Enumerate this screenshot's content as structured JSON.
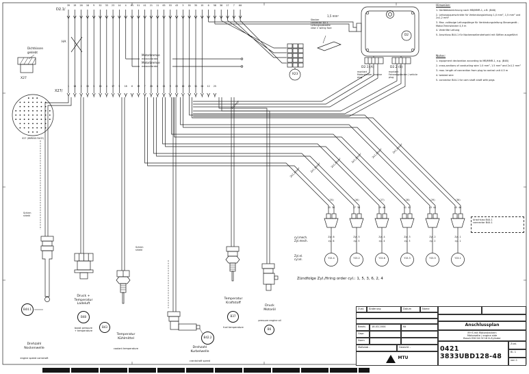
{
  "top_connector": {
    "label": "D2.1/",
    "pins": [
      "39",
      "19",
      "28",
      "18",
      "9",
      "52",
      "33",
      "23",
      "14",
      "4",
      "61",
      "51",
      "41",
      "21",
      "11",
      "63",
      "53",
      "43",
      "3",
      "55",
      "35",
      "15",
      "6",
      "58",
      "38",
      "17",
      "7",
      "60"
    ]
  },
  "x27": {
    "label": "X27/",
    "pins": [
      "1",
      "14",
      "2",
      "15",
      "3",
      "16",
      "4",
      "17",
      "5",
      "18",
      "6",
      "19",
      "7",
      "20",
      "8",
      "21",
      "9",
      "22",
      "10",
      "23",
      "11",
      "24",
      "12",
      "25"
    ],
    "face_caption": "X27 (WIRING FACE)"
  },
  "labels": {
    "ha": "HA",
    "exhaust_brake_de": "Motorbremse",
    "exhaust_brake_en": "exhaust brake",
    "wire_15": "1,5 mm²",
    "gauge_pair": "2x1,2mm²",
    "gauge_single": "2x1mm²",
    "shield": "Schirm\nshield",
    "seal_de": "Dichtkissen",
    "seal_de2": "geklebt",
    "seal_ref": "X27",
    "x23": "X23"
  },
  "ecu": {
    "id": "D2",
    "plug_a": "D2.1 (A)",
    "plug_b": "D2.2 (B)",
    "plug_a_note": "montiert\nMotorstecker / engine plug",
    "plug_b_note": "montiert\nFahrzeugstecker / vehicle plug",
    "view_note": "Stecker\nconnector D2.1\nLeitungssatzseite\nview > wiring face"
  },
  "notes_de": {
    "title": "Hinweise:",
    "items": [
      "1. Gerätebezeichnung nach MB/MMR-1, z.B. (B48)",
      "2. Leitungsquerschnitte für Verbindungsleitung 1,0 mm², 1,5 mm² und 2x1,2 mm²",
      "3. Max. zulässige Leitungslänge für Verbindungsleitung Steuergerät - Motor-Trennstecker 4,5 m",
      "4. Verdrillte Leitung",
      "5. Anschluss B44.1 für Nockenwellendrehzahl mit Stiften ausgeführt"
    ]
  },
  "notes_en": {
    "title": "Notes:",
    "items": [
      "1. equipment declaration according to MB/MMR-1, e.g. (B48)",
      "2. cross-sections of conducting wire 1.0 mm², 1.5 mm² and 2x1.2 mm²",
      "3. max. length of connection from plug to control unit 4.5 m",
      "4. twisted wire",
      "5. connector B44.1 for cam shaft shaft with pegs"
    ]
  },
  "sensors": [
    {
      "id": "B44.1",
      "de": "Drehzahl\nNockenwelle",
      "en": "engine speed camshaft"
    },
    {
      "id": "B48",
      "de": "Druck +\nTemperatur\nLadeluft",
      "en": "boost pressure\n+ temperature"
    },
    {
      "id": "B43",
      "de": "Temperatur\nKühlmittel",
      "en": "coolant temperature"
    },
    {
      "id": "B42.2",
      "de": "Drehzahl\nKurbelwelle",
      "en": "crankshaft speed"
    },
    {
      "id": "B37",
      "de": "Temperatur\nKraftstoff",
      "en": "fuel temperature"
    },
    {
      "id": "B6",
      "de": "Druck\nMotoröl",
      "en": "pressure engine oil"
    }
  ],
  "injectors": {
    "header_mech": "cyl.mech.\nZyl.mech.",
    "header_el": "Zyl.el.\ncyl.el.",
    "firing_order": "Zündfolge Zyl./firing order cyl.:  1, 5, 3, 6, 2, 4",
    "note_box": "Anschluss B44.1\nconnector B44.1",
    "columns": [
      {
        "tag": "(25)",
        "pins": "35 36",
        "zyl": "Zyl. 6",
        "cyl": "cyl. 6",
        "el": "Y15.4"
      },
      {
        "tag": "(26)",
        "pins": "37 38",
        "zyl": "Zyl. 5",
        "cyl": "cyl. 5",
        "el": "Y15.2"
      },
      {
        "tag": "(27)",
        "pins": "39 40",
        "zyl": "Zyl. 4",
        "cyl": "cyl. 4",
        "el": "Y15.6"
      },
      {
        "tag": "(28)",
        "pins": "41 42",
        "zyl": "Zyl. 3",
        "cyl": "cyl. 3",
        "el": "Y15.3"
      },
      {
        "tag": "(29)",
        "pins": "43 44",
        "zyl": "Zyl. 2",
        "cyl": "cyl. 2",
        "el": "Y15.5"
      },
      {
        "tag": "(30)",
        "pins": "45 46",
        "zyl": "Zyl. 1",
        "cyl": "cyl. 1",
        "el": "Y15.1"
      }
    ]
  },
  "title_block": {
    "change_headers": [
      "Zust.",
      "Änderung",
      "Datum",
      "Name"
    ],
    "meta_rows": [
      {
        "label": "Bearb.",
        "date": "18.03.2004",
        "name": "Kö"
      },
      {
        "label": "Gepr.",
        "date": "",
        "name": ""
      },
      {
        "label": "Norm",
        "date": "",
        "name": ""
      }
    ],
    "fields": [
      {
        "label": "Maßstab",
        "value": "-"
      },
      {
        "label": "Gewicht",
        "value": "-"
      }
    ],
    "company": "MTU",
    "title": "Anschlussplan",
    "subtitle_lines": [
      "M+S mit Motorsteckern",
      "Motorseite / engine side",
      "Bosch EDC16 OC16 6-Zylinder"
    ],
    "drawing_number": "0421 3833UBD128-48",
    "zust_label": "Zust.",
    "sheet_label": "Bl.",
    "sheet_value": "1",
    "of_label": "von",
    "of_value": "1"
  }
}
